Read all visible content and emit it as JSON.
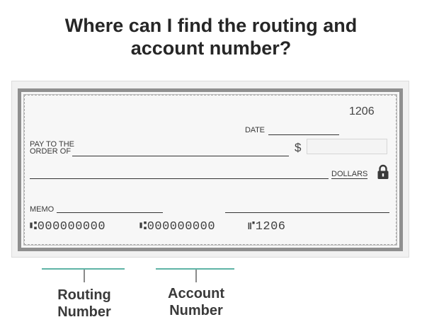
{
  "heading": {
    "line1": "Where can I find the routing and",
    "line2": "account number?"
  },
  "check": {
    "number": "1206",
    "date_label": "DATE",
    "pay_label_line1": "PAY TO THE",
    "pay_label_line2": "ORDER OF",
    "dollar_sign": "$",
    "dollars_label": "DOLLARS",
    "lock_icon": "lock-icon",
    "memo_label": "MEMO",
    "micr_routing": "⑆000000000",
    "micr_account": "⑆000000000",
    "micr_check": "⑈1206"
  },
  "labels": {
    "routing_line1": "Routing",
    "routing_line2": "Number",
    "account_line1": "Account",
    "account_line2": "Number"
  },
  "colors": {
    "bracket": "#5fb3a6",
    "heading": "#262626"
  }
}
